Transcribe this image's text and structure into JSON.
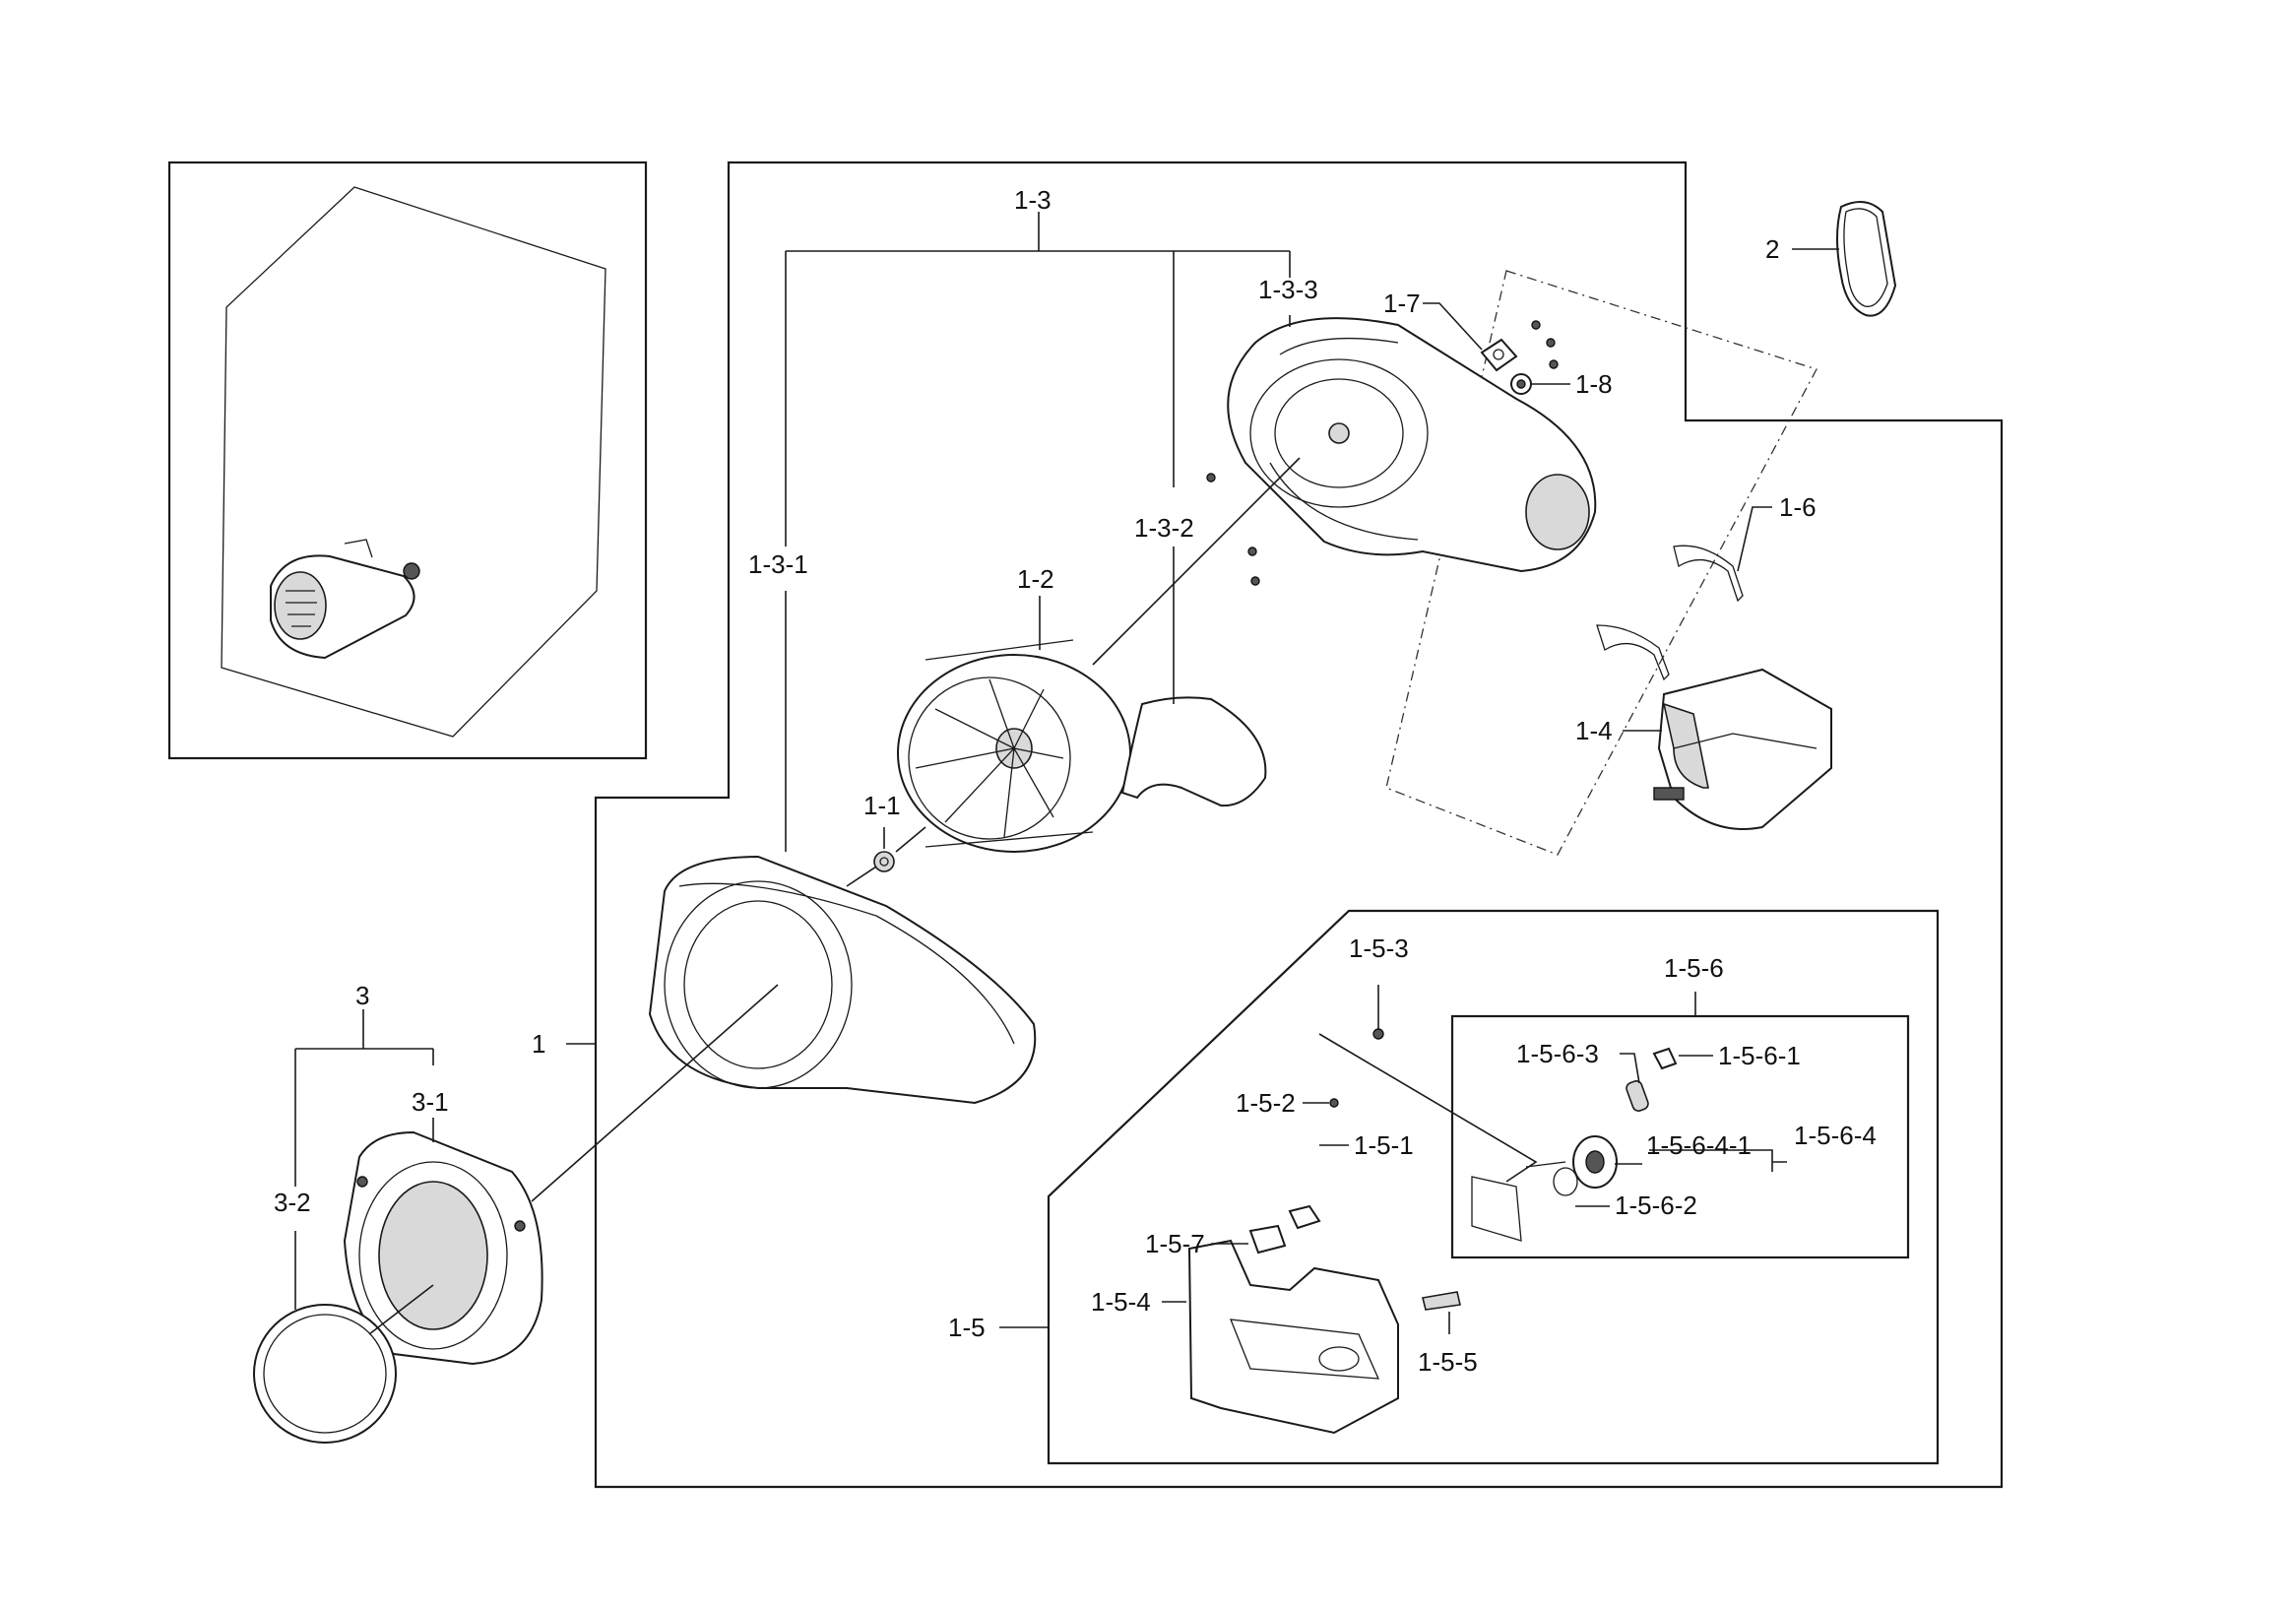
{
  "labels": {
    "l_1": "1",
    "l_1_1": "1-1",
    "l_1_2": "1-2",
    "l_1_3": "1-3",
    "l_1_3_1": "1-3-1",
    "l_1_3_2": "1-3-2",
    "l_1_3_3": "1-3-3",
    "l_1_4": "1-4",
    "l_1_5": "1-5",
    "l_1_5_1": "1-5-1",
    "l_1_5_2": "1-5-2",
    "l_1_5_3": "1-5-3",
    "l_1_5_4": "1-5-4",
    "l_1_5_5": "1-5-5",
    "l_1_5_6": "1-5-6",
    "l_1_5_6_1": "1-5-6-1",
    "l_1_5_6_2": "1-5-6-2",
    "l_1_5_6_3": "1-5-6-3",
    "l_1_5_6_4": "1-5-6-4",
    "l_1_5_6_4_1": "1-5-6-4-1",
    "l_1_5_7": "1-5-7",
    "l_1_6": "1-6",
    "l_1_7": "1-7",
    "l_1_8": "1-8",
    "l_2": "2",
    "l_3": "3",
    "l_3_1": "3-1",
    "l_3_2": "3-2"
  }
}
